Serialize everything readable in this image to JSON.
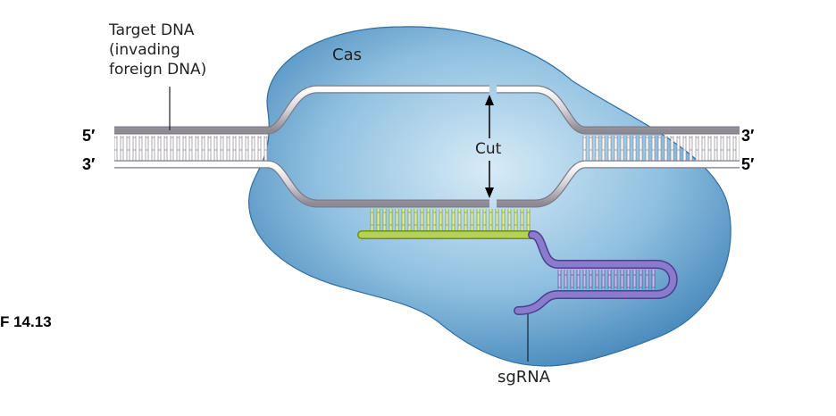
{
  "labels": {
    "target_line1": "Target DNA",
    "target_line2": "(invading",
    "target_line3": "foreign DNA)",
    "cas": "Cas",
    "cut": "Cut",
    "sgrna": "sgRNA",
    "figure_ref": "F 14.13",
    "left_top_end": "5′",
    "left_bottom_end": "3′",
    "right_top_end": "3′",
    "right_bottom_end": "5′"
  },
  "colors": {
    "cas_protein": "#5b9bc8",
    "dna_strand": "#d8d4dc",
    "guide_rna": "#a9c94a",
    "scaffold_rna": "#7b6bb8"
  }
}
